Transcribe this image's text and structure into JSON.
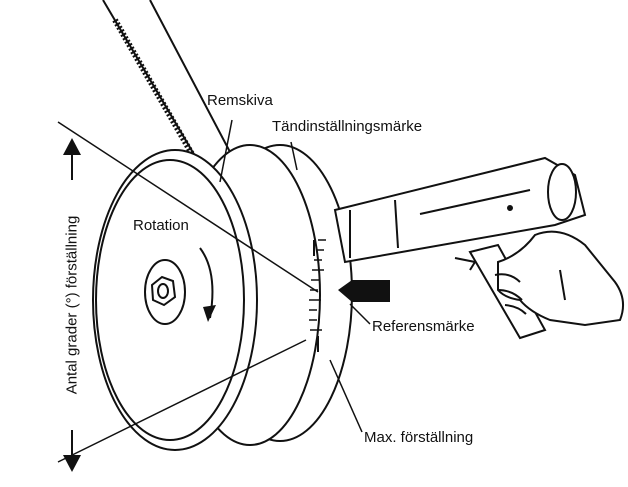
{
  "labels": {
    "pulley": "Remskiva",
    "timing_mark": "Tändinställningsmärke",
    "rotation": "Rotation",
    "reference_mark": "Referensmärke",
    "max_advance": "Max. förställning",
    "degrees_advance": "Antal grader (°) förställning"
  },
  "colors": {
    "ink": "#111111",
    "background": "#ffffff"
  },
  "icons": [
    "belt",
    "pulley",
    "nut",
    "rotation-arrow",
    "timing-light",
    "hand",
    "reference-arrow",
    "degree-arrows"
  ]
}
